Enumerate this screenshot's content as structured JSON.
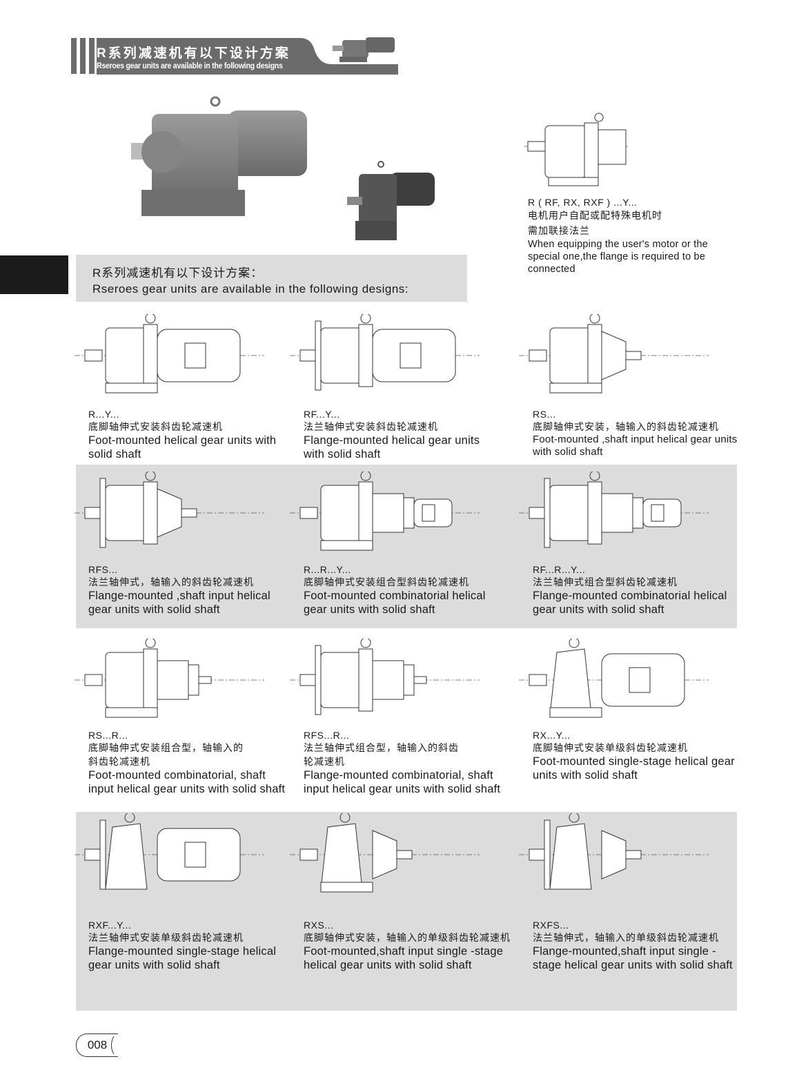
{
  "header": {
    "title_cn": "R系列减速机有以下设计方案",
    "title_en": "Rseroes gear units are available in the following designs"
  },
  "intro_box": {
    "cn": "R系列减速机有以下设计方案：",
    "en": "Rseroes gear units are available in the following designs:"
  },
  "side_note": {
    "code": "R ( RF,  RX,  RXF ) ...Y...",
    "cn_line1": "电机用户自配或配特殊电机时",
    "cn_line2": "需加联接法兰",
    "en": "When equipping the user's motor or the special one,the flange is required to be connected"
  },
  "designs": [
    {
      "code": "R...Y...",
      "cn": "底脚轴伸式安装斜齿轮减速机",
      "en": "Foot-mounted helical gear units with solid shaft",
      "type": "foot-motor"
    },
    {
      "code": "RF...Y...",
      "cn": "法兰轴伸式安装斜齿轮减速机",
      "en": "Flange-mounted helical gear units with solid shaft",
      "type": "flange-motor"
    },
    {
      "code": "RS...",
      "cn": "底脚轴伸式安装，轴输入的斜齿轮减速机",
      "en": "Foot-mounted ,shaft input helical gear units with solid shaft",
      "type": "foot-shaft"
    },
    {
      "code": "RFS...",
      "cn": "法兰轴伸式，轴输入的斜齿轮减速机",
      "en": "Flange-mounted ,shaft input helical gear units with solid shaft",
      "type": "flange-shaft"
    },
    {
      "code": "R...R...Y...",
      "cn": "底脚轴伸式安装组合型斜齿轮减速机",
      "en": "Foot-mounted combinatorial helical gear units with solid shaft",
      "type": "foot-combo-motor"
    },
    {
      "code": "RF...R...Y...",
      "cn": "法兰轴伸式组合型斜齿轮减速机",
      "en": "Flange-mounted combinatorial helical gear units with solid shaft",
      "type": "flange-combo-motor"
    },
    {
      "code": "RS...R...",
      "cn": "底脚轴伸式安装组合型，轴输入的斜齿轮减速机",
      "en": "Foot-mounted combinatorial, shaft input helical gear units with solid shaft",
      "type": "foot-combo-shaft"
    },
    {
      "code": "RFS...R...",
      "cn": "法兰轴伸式组合型，轴输入的斜齿轮减速机",
      "en": "Flange-mounted combinatorial, shaft input helical gear units with solid shaft",
      "type": "flange-combo-shaft"
    },
    {
      "code": "RX...Y...",
      "cn": "底脚轴伸式安装单级斜齿轮减速机",
      "en": "Foot-mounted single-stage helical gear units with solid shaft",
      "type": "x-foot-motor"
    },
    {
      "code": "RXF...Y...",
      "cn": "法兰轴伸式安装单级斜齿轮减速机",
      "en": "Flange-mounted single-stage helical gear units with solid shaft",
      "type": "x-flange-motor"
    },
    {
      "code": "RXS...",
      "cn": "底脚轴伸式安装，轴输入的单级斜齿轮减速机",
      "en": "Foot-mounted,shaft input single -stage helical gear units with solid shaft",
      "type": "x-foot-shaft"
    },
    {
      "code": "RXFS...",
      "cn": "法兰轴伸式，轴输入的单级斜齿轮减速机",
      "en": "Flange-mounted,shaft input single -stage helical gear units with solid shaft",
      "type": "x-flange-shaft"
    }
  ],
  "page_number": "008",
  "colors": {
    "header_gray": "#6b6b6b",
    "band_gray": "#dcdcdc",
    "photo_gray": "#7d7d7d"
  }
}
